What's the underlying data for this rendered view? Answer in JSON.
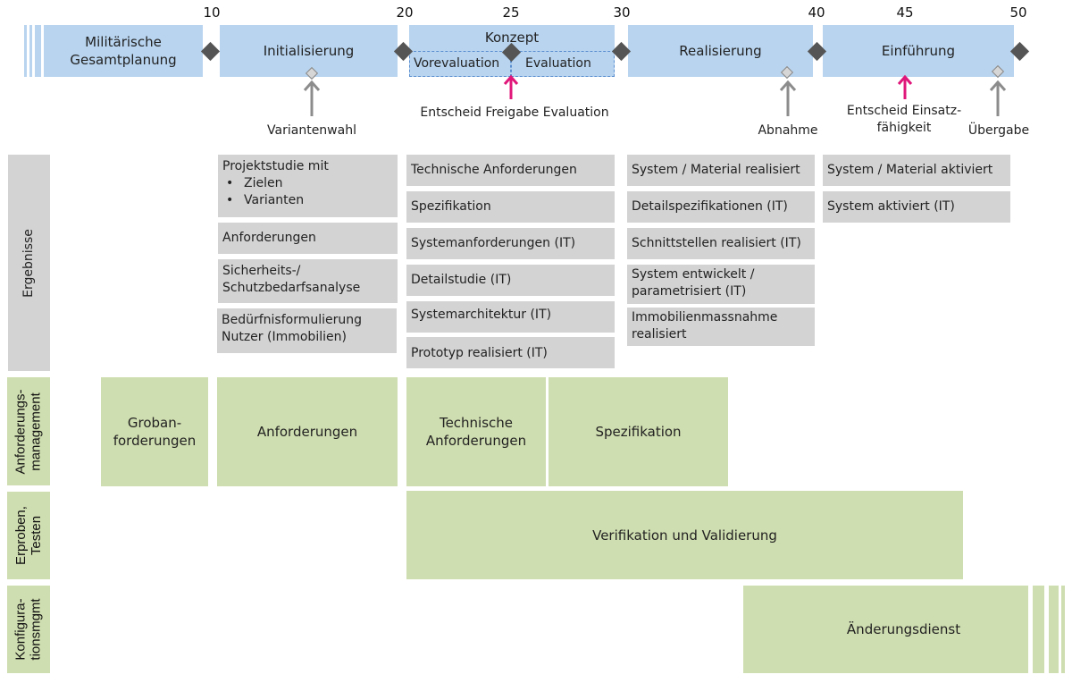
{
  "timeline": {
    "ticks": [
      "10",
      "20",
      "25",
      "30",
      "40",
      "45",
      "50"
    ],
    "phases": [
      {
        "label": "Militärische Gesamtplanung"
      },
      {
        "label": "Initialisierung"
      },
      {
        "label": "Konzept"
      },
      {
        "label": "Realisierung"
      },
      {
        "label": "Einführung"
      }
    ],
    "subphases": [
      {
        "label": "Vorevaluation"
      },
      {
        "label": "Evaluation"
      }
    ],
    "milestones": [
      {
        "label": "Variantenwahl",
        "type": "secondary"
      },
      {
        "label": "Entscheid Freigabe Evaluation",
        "type": "decision"
      },
      {
        "label": "Abnahme",
        "type": "secondary"
      },
      {
        "label": "Entscheid Einsatz-\nfähigkeit",
        "type": "decision"
      },
      {
        "label": "Übergabe",
        "type": "secondary"
      }
    ],
    "colors": {
      "phase": "#b8d4ef",
      "gate_diamond": "#555555",
      "decision_arrow": "#e0177a",
      "milestone_arrow": "#8c8c8c"
    }
  },
  "rows": {
    "ergebnisse": {
      "label": "Ergebnisse",
      "initialisierung": [
        {
          "title": "Projektstudie mit",
          "bullets": [
            "Zielen",
            "Varianten"
          ]
        },
        {
          "title": "Anforderungen"
        },
        {
          "title": "Sicherheits-/\nSchutzbedarfsanalyse"
        },
        {
          "title": "Bedürfnisformulierung\nNutzer (Immobilien)"
        }
      ],
      "konzept": [
        "Technische Anforderungen",
        "Spezifikation",
        "Systemanforderungen (IT)",
        "Detailstudie (IT)",
        "Systemarchitektur (IT)",
        "Prototyp realisiert (IT)"
      ],
      "realisierung": [
        "System / Material realisiert",
        "Detailspezifikationen (IT)",
        "Schnittstellen realisiert (IT)",
        "System entwickelt /\nparametrisiert (IT)",
        "Immobilienmassnahme\nrealisiert"
      ],
      "einfuehrung": [
        "System / Material aktiviert",
        "System aktiviert (IT)"
      ]
    },
    "anforderungsmanagement": {
      "label": "Anforderungs-\nmanagement",
      "blocks": [
        "Groban-\nforderungen",
        "Anforderungen",
        "Technische\nAnforderungen",
        "Spezifikation"
      ]
    },
    "erproben": {
      "label": "Erproben,\nTesten",
      "blocks": [
        "Verifikation und Validierung"
      ]
    },
    "konfiguration": {
      "label": "Konfigura-\ntionsmgmt",
      "blocks": [
        "Änderungsdienst"
      ]
    }
  }
}
